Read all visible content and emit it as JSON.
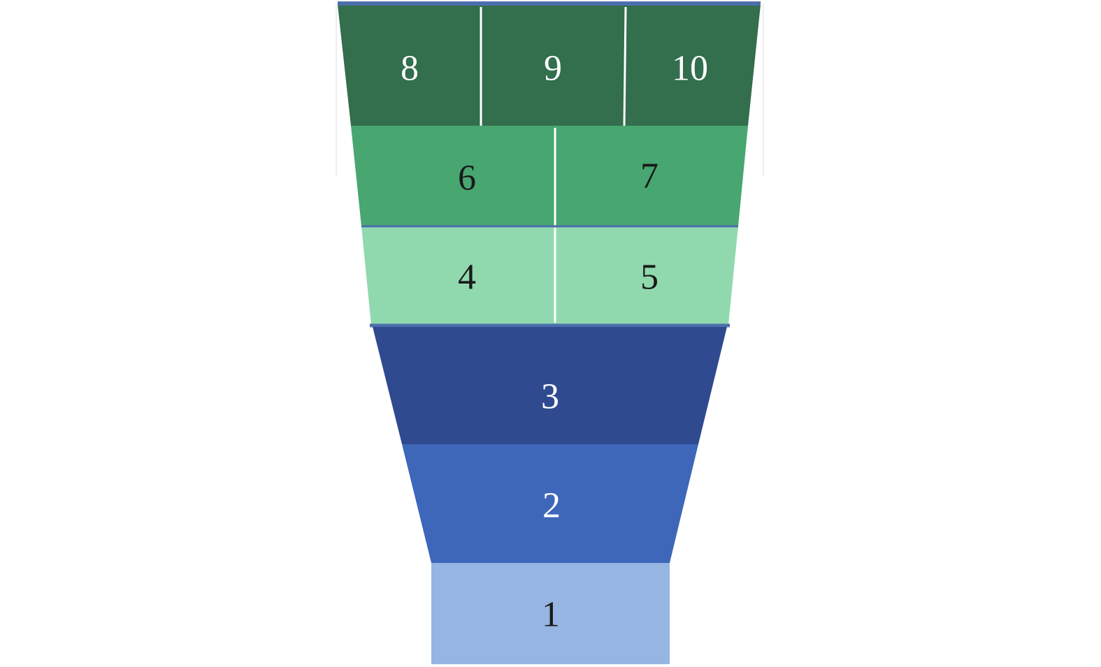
{
  "colors": {
    "dark_green": "#336e4d",
    "mid_green": "#48a670",
    "light_green": "#90d9ae",
    "dark_blue": "#2f4a8f",
    "mid_blue": "#3e67ba",
    "light_blue": "#97b5e3",
    "border_blue": "#4c6fac",
    "divider": "#ffffff",
    "text_light": "#ffffff",
    "text_dark": "#1a1a1a"
  },
  "tiers": [
    {
      "cells": [
        {
          "label": "8"
        },
        {
          "label": "9"
        },
        {
          "label": "10"
        }
      ]
    },
    {
      "cells": [
        {
          "label": "6"
        },
        {
          "label": "7"
        }
      ]
    },
    {
      "cells": [
        {
          "label": "4"
        },
        {
          "label": "5"
        }
      ]
    },
    {
      "cells": [
        {
          "label": "3"
        }
      ]
    },
    {
      "cells": [
        {
          "label": "2"
        }
      ]
    },
    {
      "cells": [
        {
          "label": "1"
        }
      ]
    }
  ]
}
